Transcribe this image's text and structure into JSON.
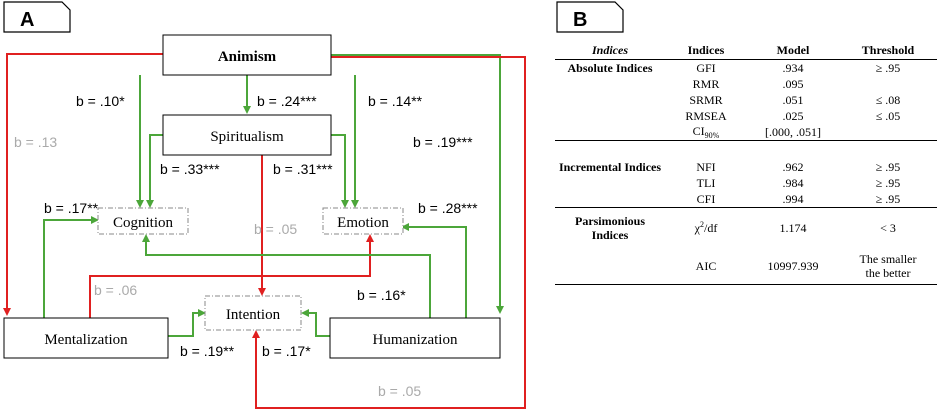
{
  "panel_a": {
    "tag": "A",
    "nodes": {
      "animism": "Animism",
      "spiritualism": "Spiritualism",
      "cognition": "Cognition",
      "emotion": "Emotion",
      "intention": "Intention",
      "mentalization": "Mentalization",
      "humanization": "Humanization"
    },
    "paths": {
      "animism_spiritualism": "b = .24***",
      "animism_cognition": "b = .10*",
      "animism_emotion": "b = .14**",
      "animism_mentalization": "b = .13",
      "animism_humanization": "b = .19***",
      "spiritualism_cognition": "b = .33***",
      "spiritualism_emotion": "b = .31***",
      "spiritualism_intention": "b = .05",
      "mentalization_cognition": "b = .17**",
      "humanization_emotion": "b = .28***",
      "mentalization_emotion": "b = .06",
      "humanization_cognition": "b = .16*",
      "mentalization_intention": "b = .19**",
      "humanization_intention": "b = .17*",
      "animism_intention": "b = .05"
    },
    "colors": {
      "positive": "#4ca63a",
      "negative": "#e02020",
      "nonsig_label": "#aaaaaa"
    }
  },
  "panel_b": {
    "tag": "B",
    "headers": [
      "Indices",
      "Indices",
      "Model",
      "Threshold"
    ],
    "groups": [
      {
        "name": "Absolute Indices",
        "rows": [
          {
            "index": "GFI",
            "model": ".934",
            "threshold": "≥ .95"
          },
          {
            "index": "RMR",
            "model": ".095",
            "threshold": ""
          },
          {
            "index": "SRMR",
            "model": ".051",
            "threshold": "≤ .08"
          },
          {
            "index": "RMSEA",
            "model": ".025",
            "threshold": "≤ .05"
          },
          {
            "index": "CI",
            "index_sub": "90%",
            "model": "[.000, .051]",
            "threshold": ""
          }
        ]
      },
      {
        "name": "Incremental Indices",
        "rows": [
          {
            "index": "NFI",
            "model": ".962",
            "threshold": "≥ .95"
          },
          {
            "index": "TLI",
            "model": ".984",
            "threshold": "≥ .95"
          },
          {
            "index": "CFI",
            "model": ".994",
            "threshold": "≥ .95"
          }
        ]
      },
      {
        "name": "Parsimonious Indices",
        "rows": [
          {
            "index": "χ",
            "index_sup": "2",
            "index_tail": "/df",
            "model": "1.174",
            "threshold": "< 3"
          },
          {
            "index": "AIC",
            "model": "10997.939",
            "threshold": "The smaller the better"
          }
        ]
      }
    ]
  }
}
